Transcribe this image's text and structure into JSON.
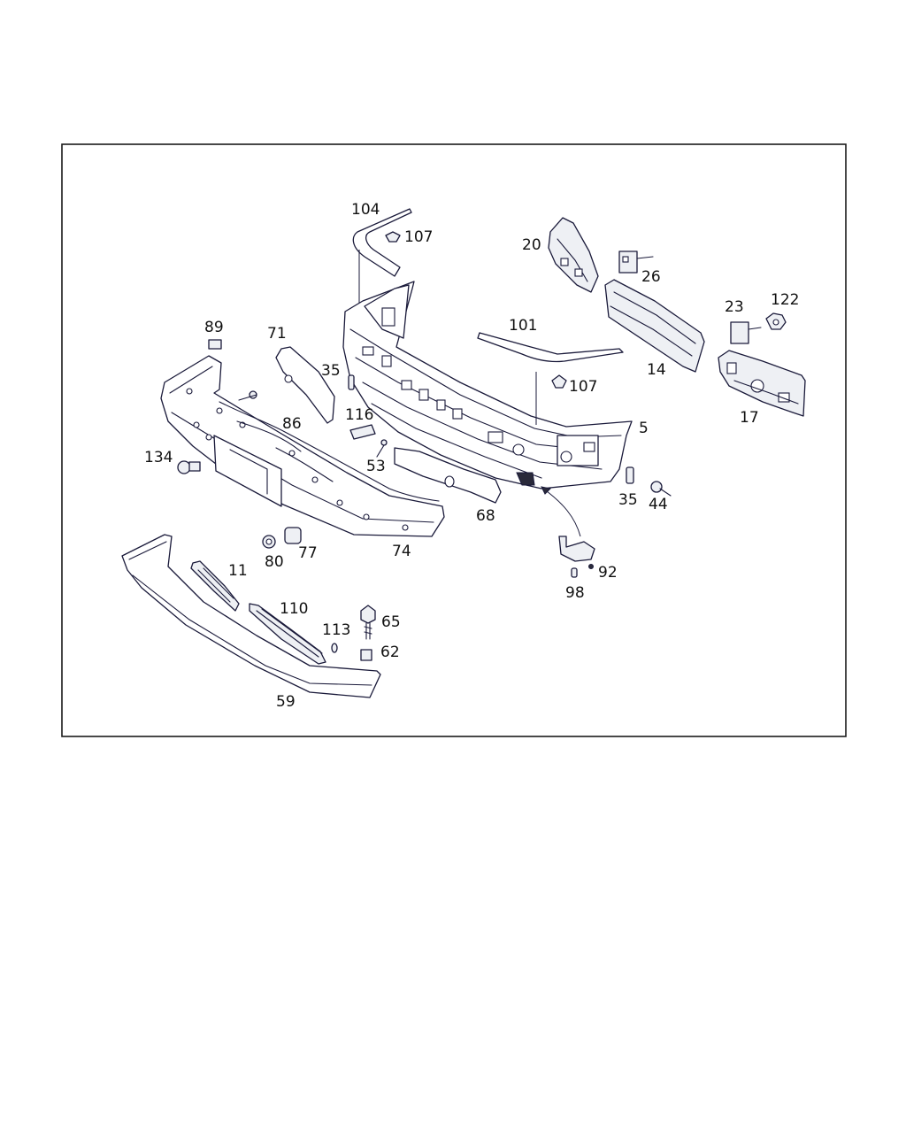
{
  "diagram": {
    "callouts": {
      "c104": "104",
      "c107a": "107",
      "c20": "20",
      "c26": "26",
      "c122": "122",
      "c23": "23",
      "c89": "89",
      "c71": "71",
      "c101": "101",
      "c14": "14",
      "c35a": "35",
      "c107b": "107",
      "c116": "116",
      "c86": "86",
      "c17": "17",
      "c5": "5",
      "c134": "134",
      "c53": "53",
      "c68": "68",
      "c35b": "35",
      "c44": "44",
      "c80": "80",
      "c77": "77",
      "c74": "74",
      "c11": "11",
      "c92": "92",
      "c98": "98",
      "c110": "110",
      "c65": "65",
      "c113": "113",
      "c62": "62",
      "c59": "59"
    }
  }
}
